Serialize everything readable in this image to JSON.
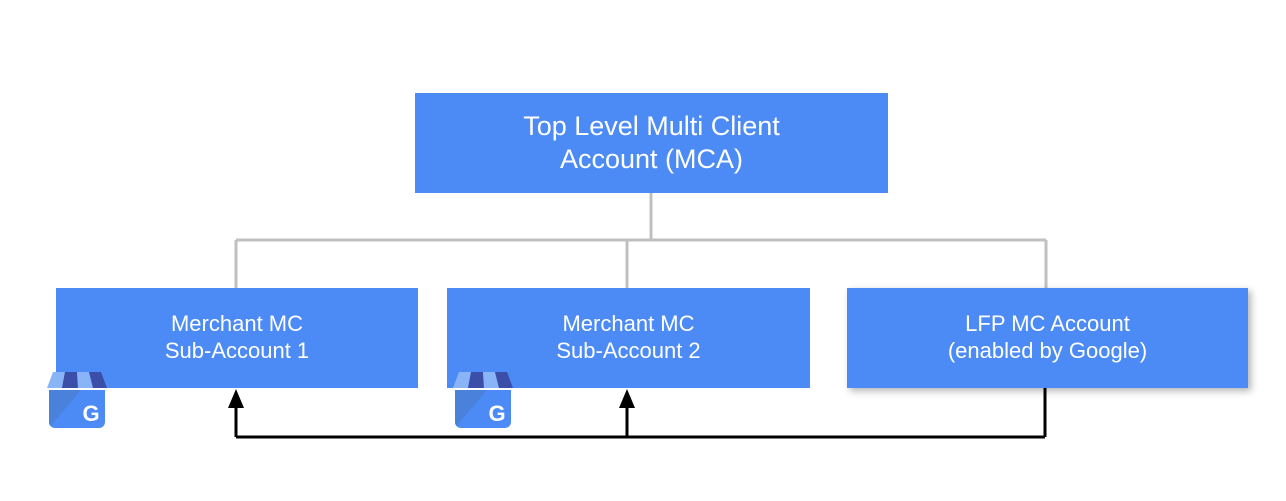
{
  "diagram": {
    "title_text": "Top Level Multi Client Account (MCA)",
    "background_color": "#ffffff",
    "node_fill_color": "#4c8bf5",
    "node_text_color": "#ffffff",
    "tree_connector_color": "#c0c0c0",
    "flow_arrow_color": "#000000",
    "nodes": {
      "root": {
        "label": "Top Level Multi Client\nAccount (MCA)",
        "line1": "Top Level Multi Client",
        "line2": "Account (MCA)"
      },
      "sub1": {
        "label": "Merchant MC\nSub-Account 1",
        "line1": "Merchant MC",
        "line2": "Sub-Account 1"
      },
      "sub2": {
        "label": "Merchant MC\nSub-Account 2",
        "line1": "Merchant MC",
        "line2": "Sub-Account 2"
      },
      "lfp": {
        "label": "LFP MC Account\n(enabled by Google)",
        "line1": "LFP MC Account",
        "line2": "(enabled by Google)"
      }
    },
    "icons": {
      "storefront_1": "google-my-business-storefront-icon",
      "storefront_2": "google-my-business-storefront-icon",
      "storefront_letter": "G",
      "storefront_colors": {
        "awning_light": "#8ab4f8",
        "awning_dark": "#3c4fa8",
        "body": "#4c8bf5",
        "shade": "#4a7fd6"
      }
    }
  }
}
